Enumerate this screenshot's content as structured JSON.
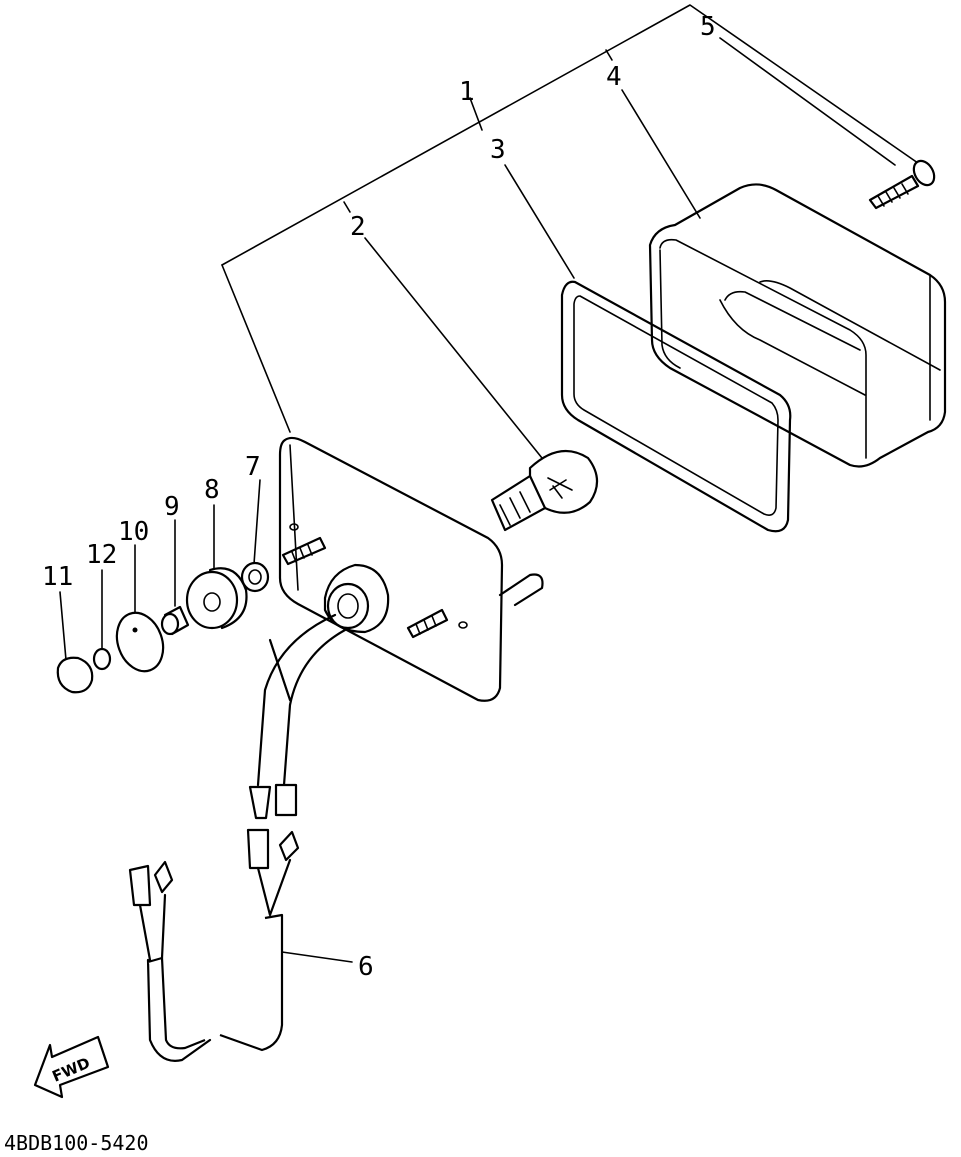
{
  "diagram": {
    "part_code": "4BDB100-5420",
    "direction_label": "FWD",
    "callouts": [
      "1",
      "2",
      "3",
      "4",
      "5",
      "6",
      "7",
      "8",
      "9",
      "10",
      "11",
      "12"
    ]
  }
}
